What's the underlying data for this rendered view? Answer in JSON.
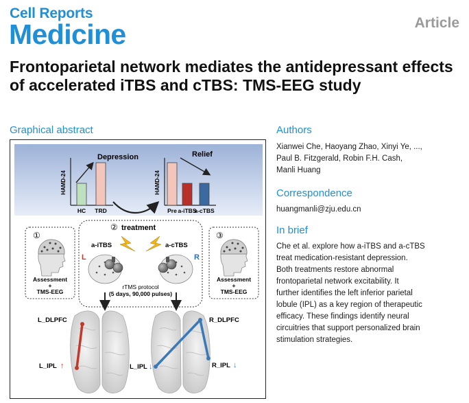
{
  "journal": {
    "line1": "Cell Reports",
    "line2": "Medicine",
    "article_type": "Article"
  },
  "title": "Frontoparietal network mediates the antidepressant effects of accelerated iTBS and cTBS: TMS-EEG study",
  "graphical_abstract": {
    "heading": "Graphical abstract",
    "left_chart": {
      "label": "Depression",
      "ylabel": "HAMD-24",
      "categories": [
        "HC",
        "TRD"
      ],
      "values": [
        1.6,
        3.1
      ],
      "ylim": [
        0,
        3.5
      ],
      "colors": [
        "#bfe0bf",
        "#f3c6bb"
      ]
    },
    "right_chart": {
      "label": "Relief",
      "ylabel": "HAMD-24",
      "categories": [
        "Pre",
        "a-iTBS",
        "a-cTBS"
      ],
      "values": [
        3.1,
        1.6,
        1.6
      ],
      "ylim": [
        0,
        3.5
      ],
      "colors": [
        "#f3c6bb",
        "#b8302a",
        "#3a6aa0"
      ]
    },
    "step1": {
      "number": "①",
      "label_line1": "Assessment",
      "label_line2": "+",
      "label_line3": "TMS-EEG"
    },
    "step3": {
      "number": "③",
      "label_line1": "Assessment",
      "label_line2": "+",
      "label_line3": "TMS-EEG"
    },
    "treatment": {
      "number": "②",
      "title": "treatment",
      "left_label": "a-iTBS",
      "right_label": "a-cTBS",
      "left_side": "L",
      "right_side": "R",
      "protocol_line1": "rTMS protocol",
      "protocol_line2": "(5 days, 90,000 pulses)"
    },
    "brain_left": {
      "top_label": "L_DLPFC",
      "bottom_label": "L_IPL",
      "arrow": "↑",
      "line_color": "#c0392b"
    },
    "brain_right": {
      "top_label": "R_DLPFC",
      "bottom_left_label": "L_IPL",
      "bottom_right_label": "R_IPL",
      "arrow": "↓",
      "line_color": "#3a78b8"
    }
  },
  "authors": {
    "heading": "Authors",
    "line1": "Xianwei Che, Haoyang Zhao, Xinyi Ye, ...,",
    "line2": "Paul B. Fitzgerald, Robin F.H. Cash,",
    "line3": "Manli Huang"
  },
  "correspondence": {
    "heading": "Correspondence",
    "email": "huangmanli@zju.edu.cn"
  },
  "in_brief": {
    "heading": "In brief",
    "lines": [
      "Che et al. explore how a-iTBS and a-cTBS",
      "treat medication-resistant depression.",
      "Both treatments restore abnormal",
      "frontoparietal network excitability. It",
      "further identifies the left inferior parietal",
      "lobule (IPL) as a key region of therapeutic",
      "efficacy. These findings identify neural",
      "circuitries that support personalized brain",
      "stimulation strategies."
    ]
  }
}
